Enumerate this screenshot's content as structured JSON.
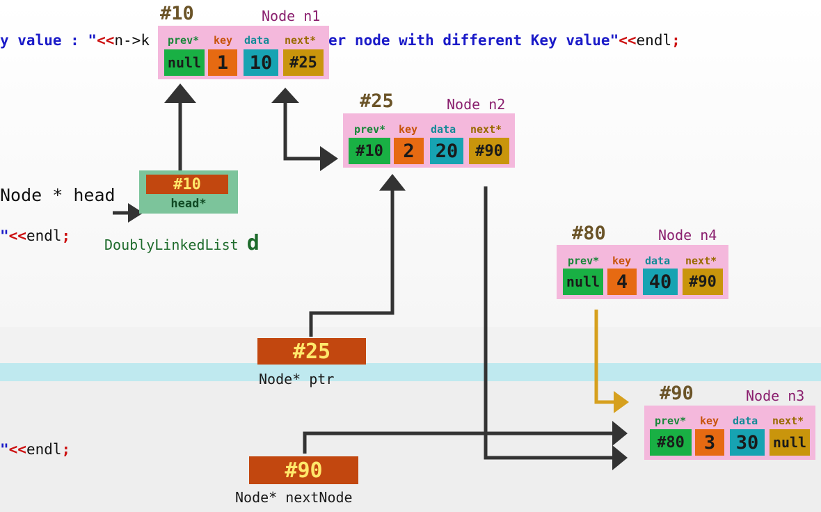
{
  "code_lines": {
    "line1_a": "y value : \"",
    "line1_b": "<<",
    "line1_c": "n->",
    "line1_d": "k",
    "line1_e": "er node with different Key value\"",
    "line1_f": "<<",
    "line1_g": "endl",
    "line1_h": ";",
    "line2_a": "Node * head",
    "line3_a": "\"",
    "line3_b": "<<",
    "line3_c": "endl",
    "line3_d": ";",
    "line4_a": "\"",
    "line4_b": "<<",
    "line4_c": "endl",
    "line4_d": ";"
  },
  "field_headers": {
    "prev": "prev*",
    "key": "key",
    "data": "data",
    "next": "next*"
  },
  "nodes": {
    "n1": {
      "address": "#10",
      "name": "Node n1",
      "prev": "null",
      "key": "1",
      "data": "10",
      "next": "#25"
    },
    "n2": {
      "address": "#25",
      "name": "Node n2",
      "prev": "#10",
      "key": "2",
      "data": "20",
      "next": "#90"
    },
    "n4": {
      "address": "#80",
      "name": "Node n4",
      "prev": "null",
      "key": "4",
      "data": "40",
      "next": "#90"
    },
    "n3": {
      "address": "#90",
      "name": "Node n3",
      "prev": "#80",
      "key": "3",
      "data": "30",
      "next": "null"
    }
  },
  "head": {
    "value": "#10",
    "label": "head*",
    "owner": "DoublyLinkedList",
    "owner_var": "d"
  },
  "ptr": {
    "value": "#25",
    "label": "Node* ptr"
  },
  "nextNode": {
    "value": "#90",
    "label": "Node* nextNode"
  },
  "colors": {
    "node_bg": "#f4b8dc",
    "prev": "#19b044",
    "key": "#e66a12",
    "data": "#17a3b2",
    "next": "#c9950c",
    "pointer_box": "#c2470f",
    "head_panel": "#7cc49b",
    "arrow": "#333333",
    "arrow_highlight": "#d6a01e"
  }
}
